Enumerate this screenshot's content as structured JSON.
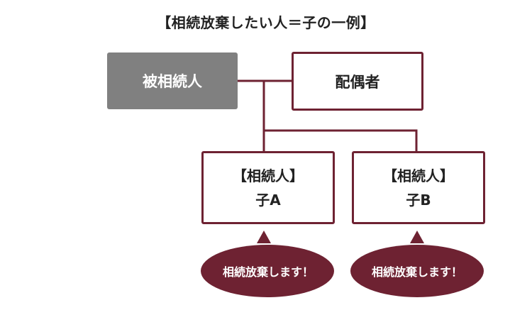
{
  "title": "【相続放棄したい人＝子の一例】",
  "nodes": {
    "deceased": "被相続人",
    "spouse": "配偶者",
    "child_a": {
      "role": "【相続人】",
      "name": "子A"
    },
    "child_b": {
      "role": "【相続人】",
      "name": "子B"
    }
  },
  "bubbles": {
    "a": "相続放棄します！",
    "b": "相続放棄します！"
  },
  "colors": {
    "accent": "#6e2232",
    "deceased_fill": "#808080"
  }
}
